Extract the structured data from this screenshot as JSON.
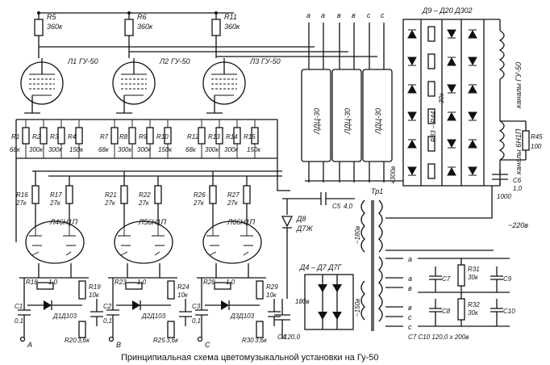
{
  "caption": "Принципиальная схема цветомузыкальной установки на Гу-50",
  "anode_resistors": [
    {
      "ref": "R5",
      "value": "360к"
    },
    {
      "ref": "R6",
      "value": "360к"
    },
    {
      "ref": "R11",
      "value": "360к"
    }
  ],
  "tubes": [
    {
      "ref": "Л1",
      "type": "ГУ-50"
    },
    {
      "ref": "Л2",
      "type": "ГУ-50"
    },
    {
      "ref": "Л3",
      "type": "ГУ-50"
    }
  ],
  "grid_resistors": [
    {
      "ref": "R1",
      "value": "68к"
    },
    {
      "ref": "R2",
      "value": "300к"
    },
    {
      "ref": "R3",
      "value": "300к"
    },
    {
      "ref": "R4",
      "value": "150к"
    },
    {
      "ref": "R7",
      "value": "68к"
    },
    {
      "ref": "R8",
      "value": "300к"
    },
    {
      "ref": "R9",
      "value": "300к"
    },
    {
      "ref": "R10",
      "value": "150к"
    },
    {
      "ref": "R12",
      "value": "68к"
    },
    {
      "ref": "R13",
      "value": "300к"
    },
    {
      "ref": "R14",
      "value": "300к"
    },
    {
      "ref": "R15",
      "value": "150к"
    }
  ],
  "lamps": [
    {
      "label": "ЛДЦ-30"
    },
    {
      "label": "ЛДЦ-30"
    },
    {
      "label": "ЛДЦ-30"
    }
  ],
  "lamp_terminals": [
    "а",
    "а",
    "в",
    "в",
    "с",
    "с"
  ],
  "diode_bridge": {
    "label": "Д9 – Д20 Д302"
  },
  "bridge_resistor": {
    "ref": "R33 – R44",
    "value": "30к"
  },
  "channels": {
    "label": "каналы ГУ-50"
  },
  "channels_6n1p": {
    "label": "каналы 6Н1П"
  },
  "r45": {
    "ref": "R45",
    "value": "100"
  },
  "c6": {
    "ref": "C6",
    "value": "1,0"
  },
  "c6_volt": "1000",
  "c5": {
    "ref": "C5",
    "value": "4,0"
  },
  "transformer": {
    "ref": "Тр1"
  },
  "mains": "~220в",
  "v180": "~180в",
  "v150": "~150в",
  "v180dc": "180в",
  "v300dc": "+300в",
  "d8": {
    "ref": "Д8",
    "type": "Д7Ж"
  },
  "d4d7": {
    "label": "Д4 – Д7 Д7Г"
  },
  "c4": {
    "ref": "С4",
    "value": "120,0"
  },
  "filter_caps": {
    "label": "С7 С10 120,0 х 200в"
  },
  "c7": "С7",
  "c8": "С8",
  "c9": "С9",
  "c10": "С10",
  "r31": {
    "ref": "R31",
    "value": "30к"
  },
  "r32": {
    "ref": "R32",
    "value": "30к"
  },
  "sec_terms": [
    "а",
    "а",
    "в",
    "в",
    "с",
    "с"
  ],
  "driver_res_top": [
    {
      "ref": "R16",
      "value": "27к"
    },
    {
      "ref": "R17",
      "value": "27к"
    },
    {
      "ref": "R21",
      "value": "27к"
    },
    {
      "ref": "R22",
      "value": "27к"
    },
    {
      "ref": "R26",
      "value": "27к"
    },
    {
      "ref": "R27",
      "value": "27к"
    }
  ],
  "driver_tubes": [
    {
      "ref": "Л4",
      "type": "6Н1П"
    },
    {
      "ref": "Л5",
      "type": "6Н1П"
    },
    {
      "ref": "Л6",
      "type": "6Н1П"
    }
  ],
  "cathode_res": [
    {
      "ref": "R18",
      "value": "1,0"
    },
    {
      "ref": "R23",
      "value": "1,0"
    },
    {
      "ref": "R28",
      "value": "1,0"
    }
  ],
  "cathode_res2": [
    {
      "ref": "R19",
      "value": "10к"
    },
    {
      "ref": "R24",
      "value": "10к"
    },
    {
      "ref": "R29",
      "value": "10к"
    }
  ],
  "bottom_res": [
    {
      "ref": "R20",
      "value": "3,6к"
    },
    {
      "ref": "R25",
      "value": "3,6к"
    },
    {
      "ref": "R30",
      "value": "3,6к"
    }
  ],
  "input_caps": [
    {
      "ref": "С1",
      "value": "0,1"
    },
    {
      "ref": "С2",
      "value": "0,1"
    },
    {
      "ref": "С3",
      "value": "0,1"
    }
  ],
  "diodes": [
    {
      "ref": "Д1",
      "type": "Д103"
    },
    {
      "ref": "Д2",
      "type": "Д103"
    },
    {
      "ref": "Д3",
      "type": "Д103"
    }
  ],
  "inputs": [
    "А",
    "В",
    "С"
  ]
}
